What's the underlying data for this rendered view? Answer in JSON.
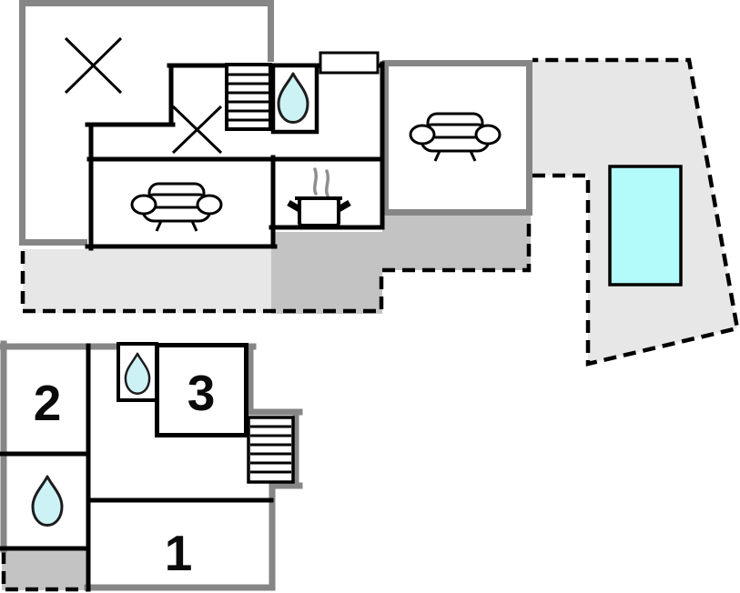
{
  "colors": {
    "pool_water": "#b3fafa",
    "water_drop_fill": "#cdf2f6",
    "terrace_light": "#e7e7e7",
    "terrace_dark": "#c3c3c3",
    "wall_gray": "#868686",
    "steam_gray": "#8f8f8f"
  },
  "upper_floor": {
    "icons": [
      "cross-mark",
      "cross-mark",
      "stairs",
      "water-drop",
      "window-marker",
      "cooking-pot",
      "sofa",
      "sofa",
      "swimming-pool"
    ],
    "areas": [
      "annex",
      "landing",
      "bathroom",
      "kitchen",
      "living-room",
      "living-room",
      "terrace",
      "terrace",
      "pool-terrace"
    ]
  },
  "lower_floor": {
    "rooms": [
      {
        "label": "2"
      },
      {
        "label": "3"
      },
      {
        "label": "1"
      }
    ],
    "icons": [
      "water-drop",
      "water-drop",
      "stairs"
    ],
    "areas": [
      "terrace"
    ]
  }
}
